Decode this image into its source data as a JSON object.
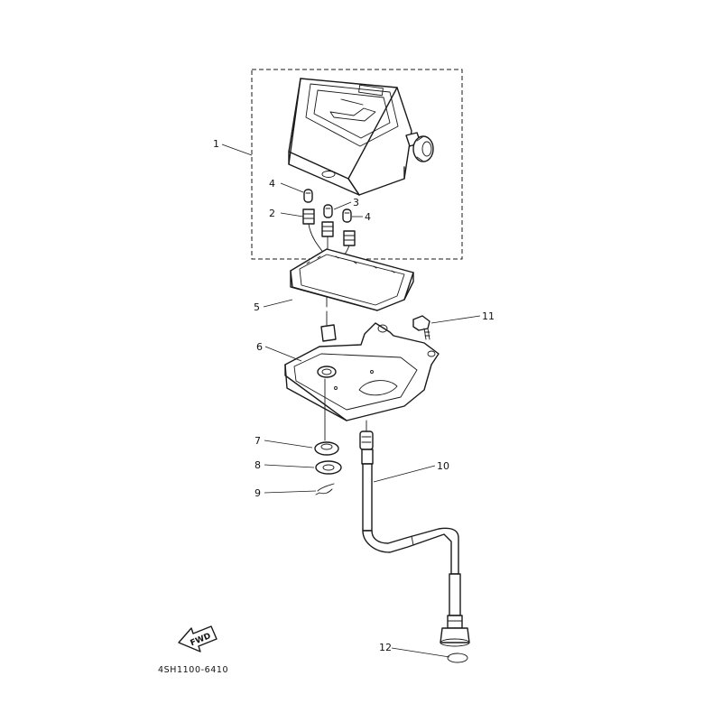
{
  "callouts": {
    "c1": "1",
    "c2": "2",
    "c3": "3",
    "c4a": "4",
    "c4b": "4",
    "c5": "5",
    "c6": "6",
    "c7": "7",
    "c8": "8",
    "c9": "9",
    "c10": "10",
    "c11": "11",
    "c12": "12"
  },
  "fwd_label": "FWD",
  "diagram_code": "4SH1100-6410"
}
